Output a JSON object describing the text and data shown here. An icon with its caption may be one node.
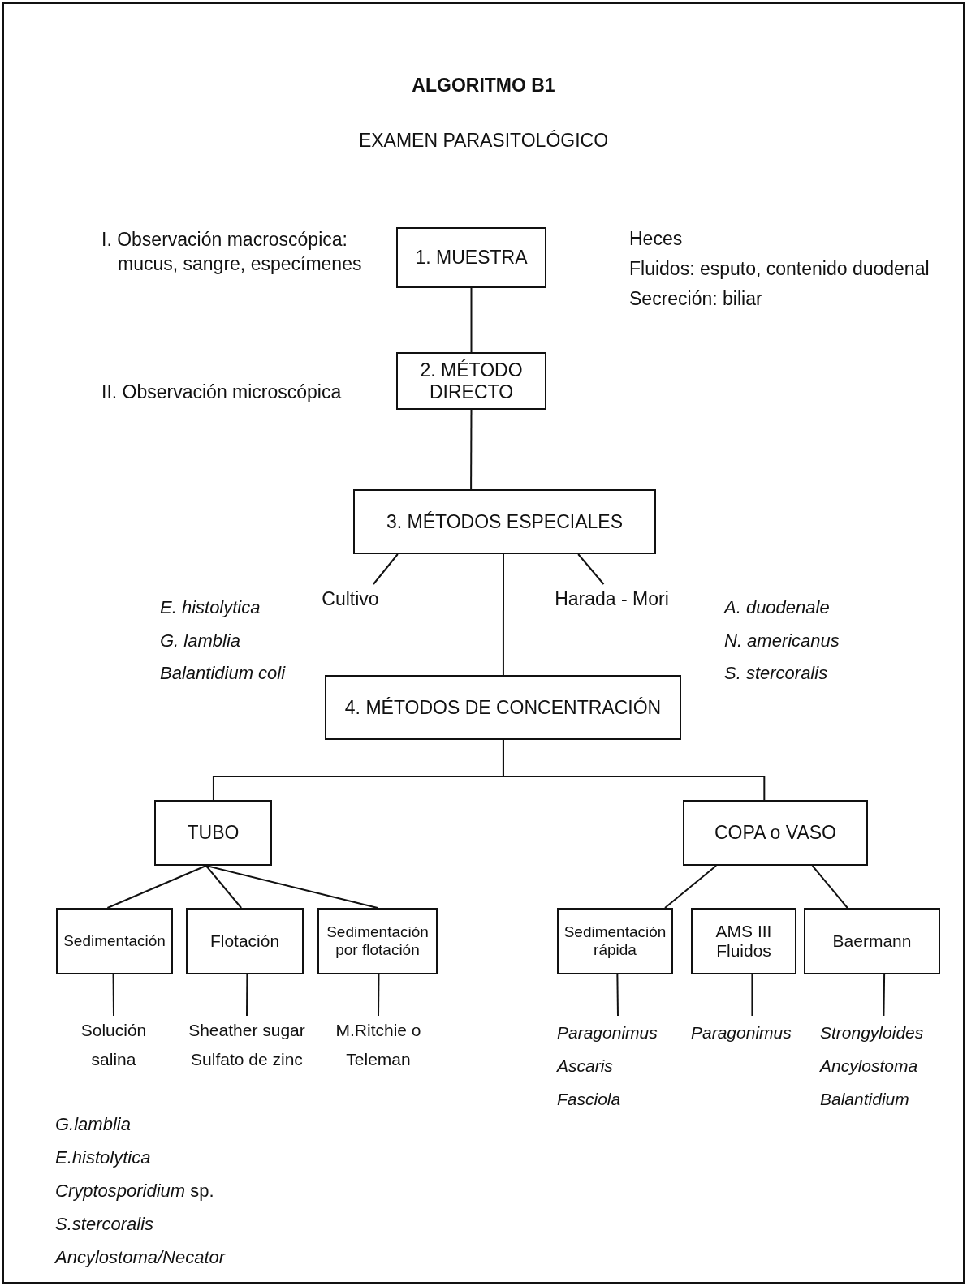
{
  "diagram": {
    "title": "ALGORITMO B1",
    "nodes": [
      {
        "text": [
          "1. MUESTRA"
        ]
      },
      {
        "text": [
          "2. MÉTODO DIRECTO"
        ]
      },
      {
        "text": [
          "3. MÉTODOS ESPECIALES"
        ]
      },
      {
        "text": [
          "Cultivo"
        ]
      },
      {
        "text": [
          "Harada - Mori"
        ]
      },
      {
        "text": [
          "4. MÉTODOS DE CONCENTRACIÓN"
        ]
      },
      {
        "text": [
          "TUBO"
        ]
      },
      {
        "text": [
          "COPA o VASO"
        ]
      },
      {
        "text": [
          "Sedimentación"
        ]
      },
      {
        "text": [
          "Flotación"
        ]
      },
      {
        "text": [
          "Sedimentación por flotación"
        ]
      },
      {
        "text": [
          "Sedimentación rápida"
        ]
      },
      {
        "text": [
          "AMS III Fluidos"
        ]
      },
      {
        "text": [
          "Baermann"
        ]
      },
      {
        "text": [
          "Solución salina"
        ]
      },
      {
        "text": [
          "Sheather sugar",
          "Sulfato de zinc"
        ]
      },
      {
        "text": [
          "M.Ritchie o Teleman"
        ]
      },
      {
        "text": [
          "Paragonimus",
          "Ascaris",
          "Fasciola"
        ]
      },
      {
        "text": [
          "Paragonimus"
        ]
      },
      {
        "text": [
          "Strongyloides",
          "Ancylostoma",
          "Balantidium"
        ]
      }
    ],
    "edges": [
      {
        "from": 0,
        "to": 1,
        "arrow": "none"
      },
      {
        "from": 1,
        "to": 2,
        "arrow": "none"
      },
      {
        "from": 2,
        "to": 3,
        "arrow": "none"
      },
      {
        "from": 2,
        "to": 4,
        "arrow": "none"
      },
      {
        "from": 2,
        "to": 5,
        "arrow": "none"
      },
      {
        "from": 5,
        "to": 6,
        "arrow": "none"
      },
      {
        "from": 5,
        "to": 7,
        "arrow": "none"
      },
      {
        "from": 6,
        "to": 8,
        "arrow": "none"
      },
      {
        "from": 6,
        "to": 9,
        "arrow": "none"
      },
      {
        "from": 6,
        "to": 10,
        "arrow": "none"
      },
      {
        "from": 7,
        "to": 11,
        "arrow": "none"
      },
      {
        "from": 7,
        "to": 13,
        "arrow": "none"
      },
      {
        "from": 8,
        "to": 14,
        "arrow": "none"
      },
      {
        "from": 9,
        "to": 15,
        "arrow": "none"
      },
      {
        "from": 10,
        "to": 16,
        "arrow": "none"
      },
      {
        "from": 11,
        "to": 17,
        "arrow": "none"
      },
      {
        "from": 12,
        "to": 18,
        "arrow": "none"
      },
      {
        "from": 13,
        "to": 19,
        "arrow": "none"
      }
    ],
    "labels": [
      "EXAMEN PARASITOLÓGICO",
      "I. Observación macroscópica: mucus, sangre, especímenes",
      "Heces",
      "Fluidos: esputo, contenido duodenal",
      "Secreción: biliar",
      "II. Observación microscópica",
      "E. histolytica",
      "G. lamblia",
      "Balantidium coli",
      "A. duodenale",
      "N. americanus",
      "S. stercoralis",
      "G.lamblia",
      "E.histolytica",
      "*Cryptosporidium* sp.",
      "S.stercoralis",
      "Ancylostoma/Necator"
    ]
  }
}
